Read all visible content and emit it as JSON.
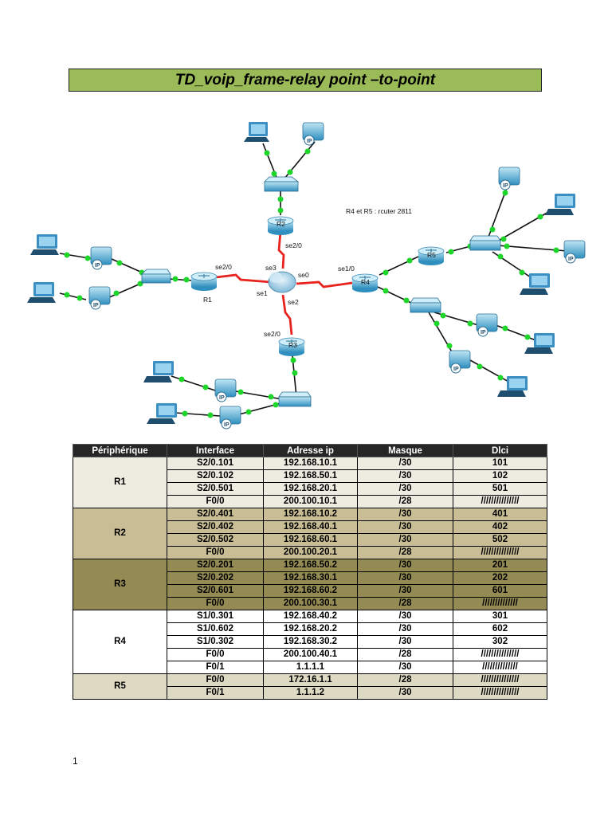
{
  "title": "TD_voip_frame-relay  point –to-point",
  "diagram": {
    "note": "R4 et  R5 : rcuter  2811",
    "routers": [
      "R1",
      "R2",
      "R3",
      "R4",
      "R5"
    ],
    "interfaces": {
      "r1_se20": "se2/0",
      "r2_se20": "se2/0",
      "r3_se20": "se2/0",
      "r4_se10": "se1/0",
      "cloud_se0": "se0",
      "cloud_se1": "se1",
      "cloud_se2": "se2",
      "cloud_se3": "se3"
    },
    "ip_label": "IP",
    "colors": {
      "serial_link": "#e8231e",
      "link_light": "#1ed62a",
      "device": "#4da9d6"
    }
  },
  "table": {
    "headers": [
      "Périphérique",
      "Interface",
      "Adresse ip",
      "Masque",
      "Dlci"
    ],
    "groups": [
      {
        "device": "R1",
        "rows": [
          [
            "S2/0.101",
            "192.168.10.1",
            "/30",
            "101"
          ],
          [
            "S2/0.102",
            "192.168.50.1",
            "/30",
            "102"
          ],
          [
            "S2/0.501",
            "192.168.20.1",
            "/30",
            "501"
          ],
          [
            "F0/0",
            "200.100.10.1",
            "/28",
            "///////////////"
          ]
        ]
      },
      {
        "device": "R2",
        "rows": [
          [
            "S2/0.401",
            "192.168.10.2",
            "/30",
            "401"
          ],
          [
            "S2/0.402",
            "192.168.40.1",
            "/30",
            "402"
          ],
          [
            "S2/0.502",
            "192.168.60.1",
            "/30",
            "502"
          ],
          [
            "F0/0",
            "200.100.20.1",
            "/28",
            "///////////////"
          ]
        ]
      },
      {
        "device": "R3",
        "rows": [
          [
            "S2/0.201",
            "192.168.50.2",
            "/30",
            "201"
          ],
          [
            "S2/0.202",
            "192.168.30.1",
            "/30",
            "202"
          ],
          [
            "S2/0.601",
            "192.168.60.2",
            "/30",
            "601"
          ],
          [
            "F0/0",
            "200.100.30.1",
            "/28",
            "//////////////"
          ]
        ]
      },
      {
        "device": "R4",
        "rows": [
          [
            "S1/0.301",
            "192.168.40.2",
            "/30",
            "301"
          ],
          [
            "S1/0.602",
            "192.168.20.2",
            "/30",
            "602"
          ],
          [
            "S1/0.302",
            "192.168.30.2",
            "/30",
            "302"
          ],
          [
            "F0/0",
            "200.100.40.1",
            "/28",
            "///////////////"
          ],
          [
            "F0/1",
            "1.1.1.1",
            "/30",
            "//////////////"
          ]
        ]
      },
      {
        "device": "R5",
        "rows": [
          [
            "F0/0",
            "172.16.1.1",
            "/28",
            "///////////////"
          ],
          [
            "F0/1",
            "1.1.1.2",
            "/30",
            "///////////////"
          ]
        ]
      }
    ]
  },
  "page_number": "1"
}
